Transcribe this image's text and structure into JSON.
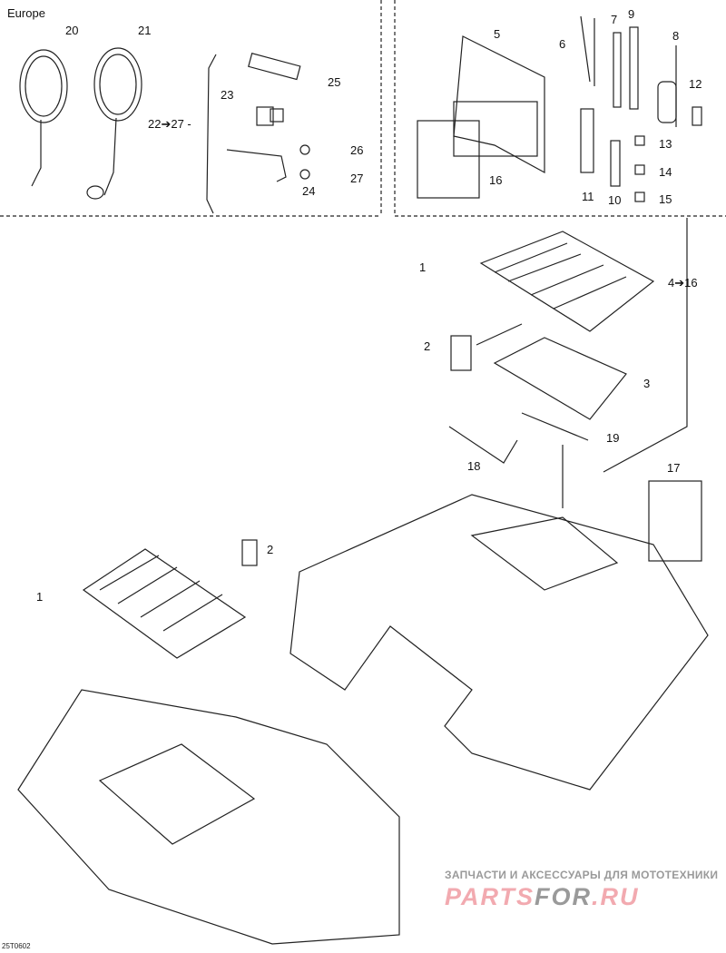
{
  "region_label": "Europe",
  "callouts": {
    "c20": "20",
    "c21": "21",
    "c22_27": "22➔27 -",
    "c23": "23",
    "c25": "25",
    "c26": "26",
    "c27": "27",
    "c24": "24",
    "c5": "5",
    "c6": "6",
    "c7": "7",
    "c9": "9",
    "c8": "8",
    "c12": "12",
    "c13": "13",
    "c14": "14",
    "c15": "15",
    "c16": "16",
    "c11": "11",
    "c10": "10",
    "c1a": "1",
    "c4_16": "4➔16",
    "c2a": "2",
    "c3": "3",
    "c19": "19",
    "c18": "18",
    "c17": "17",
    "c2b": "2",
    "c1b": "1"
  },
  "watermark": {
    "tagline": "ЗАПЧАСТИ И АКСЕССУАРЫ ДЛЯ МОТОТЕХНИКИ",
    "brand_a": "PARTS",
    "brand_b": "FOR",
    "brand_c": ".RU"
  },
  "drawing_code": "25T0602"
}
